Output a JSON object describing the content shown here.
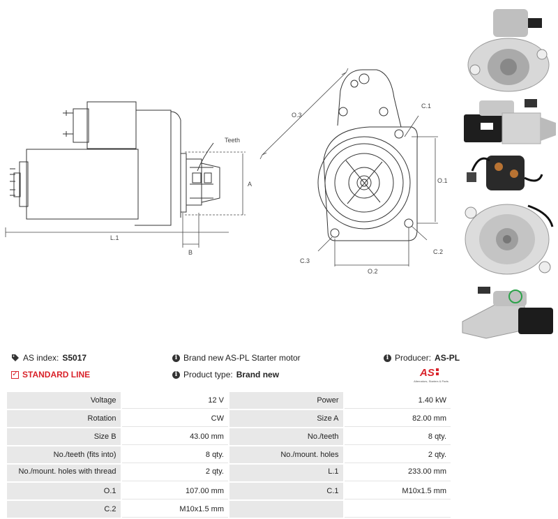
{
  "drawing": {
    "side_labels": {
      "teeth": "Teeth",
      "a": "A",
      "b": "B",
      "l1": "L.1"
    },
    "front_labels": {
      "o3": "O.3",
      "c1": "C.1",
      "o1": "O.1",
      "c2": "C.2",
      "c3": "C.3",
      "o2": "O.2"
    }
  },
  "photos": [
    {
      "name": "rear-view-photo"
    },
    {
      "name": "side-view-photo"
    },
    {
      "name": "solenoid-terminals-photo"
    },
    {
      "name": "front-flange-photo"
    },
    {
      "name": "angled-view-photo"
    }
  ],
  "info": {
    "as_index_label": "AS index:",
    "as_index_value": "S5017",
    "standard_line": "STANDARD LINE",
    "description": "Brand new AS-PL Starter motor",
    "product_type_label": "Product type:",
    "product_type_value": "Brand new",
    "producer_label": "Producer:",
    "producer_value": "AS-PL",
    "logo_text": "AS",
    "logo_tagline": "Alternators, Starters & Parts"
  },
  "specs": [
    {
      "l1": "Voltage",
      "v1": "12 V",
      "l2": "Power",
      "v2": "1.40 kW"
    },
    {
      "l1": "Rotation",
      "v1": "CW",
      "l2": "Size A",
      "v2": "82.00 mm"
    },
    {
      "l1": "Size B",
      "v1": "43.00 mm",
      "l2": "No./teeth",
      "v2": "8 qty."
    },
    {
      "l1": "No./teeth (fits into)",
      "v1": "8 qty.",
      "l2": "No./mount. holes",
      "v2": "2 qty."
    },
    {
      "l1": "No./mount. holes with thread",
      "v1": "2 qty.",
      "l2": "L.1",
      "v2": "233.00 mm"
    },
    {
      "l1": "O.1",
      "v1": "107.00 mm",
      "l2": "C.1",
      "v2": "M10x1.5 mm"
    },
    {
      "l1": "C.2",
      "v1": "M10x1.5 mm",
      "l2": "",
      "v2": ""
    }
  ],
  "colors": {
    "accent_red": "#d9222a",
    "label_bg": "#e8e8e8"
  }
}
